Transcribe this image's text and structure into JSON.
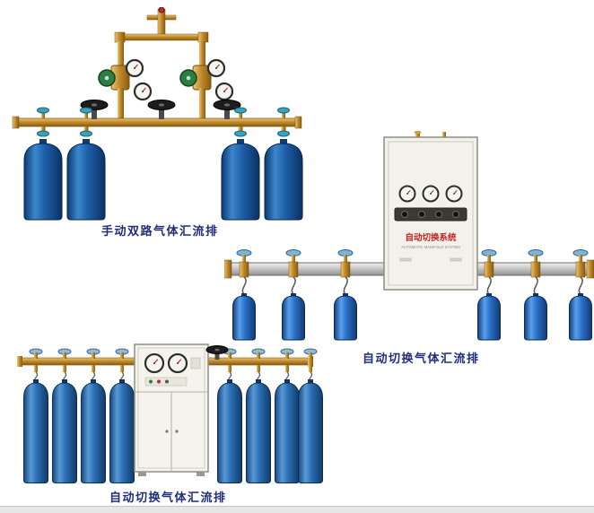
{
  "page": {
    "background": "#ffffff",
    "caption_color": "#1f2d7a"
  },
  "products": [
    {
      "caption": "手动双路气体汇流排"
    },
    {
      "caption": "自动切换气体汇流排"
    },
    {
      "caption": "自动切换气体汇流排"
    }
  ],
  "cabinet_panel": {
    "title": "自动切换系统",
    "subtitle": "AUTOMATIC MANIFOLD SYSTEM"
  },
  "colors": {
    "brass": "#c18c2c",
    "cylinder_dark_blue": "#1c5fa6",
    "cylinder_bright_blue": "#2a6fc8",
    "cylinder_medium_blue": "#2a6cb0",
    "manifold_silver": "#c9c9c9",
    "cabinet_body": "#f3f2ea",
    "cabinet_label_red": "#c62222",
    "teal_valve": "#38a3bd"
  }
}
